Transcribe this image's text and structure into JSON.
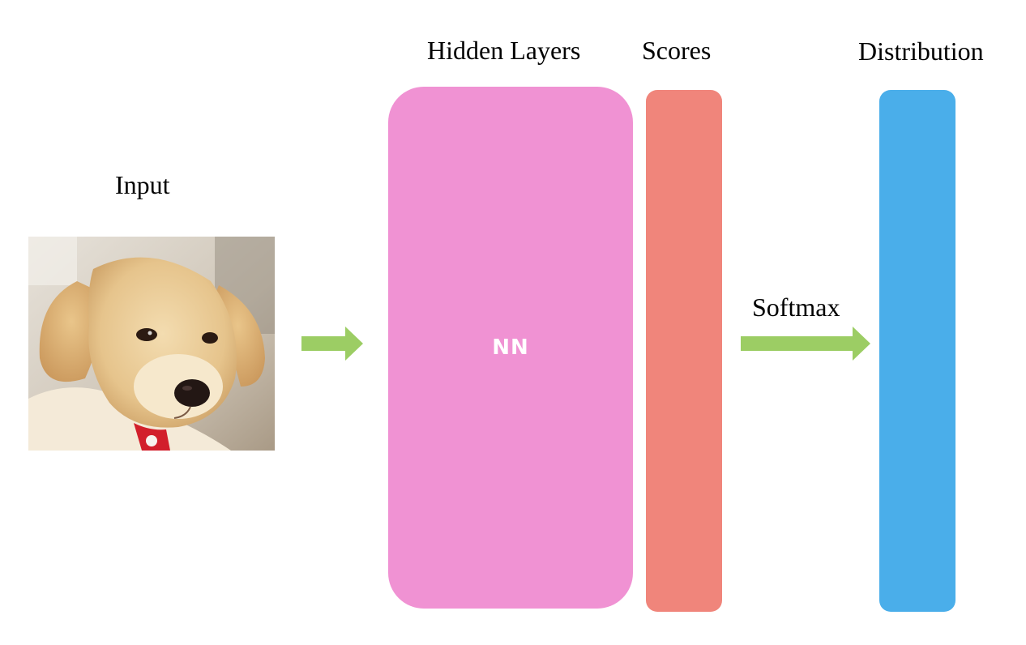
{
  "labels": {
    "input": "Input",
    "hidden_layers": "Hidden Layers",
    "scores": "Scores",
    "distribution": "Distribution",
    "softmax": "Softmax"
  },
  "nn_block": {
    "text": "NN"
  },
  "colors": {
    "nn_block": "#f092d3",
    "scores_block": "#f0857b",
    "distribution_block": "#4aaeea",
    "arrow": "#9ccd64"
  },
  "icons": {
    "input_image": "puppy-photo",
    "arrows": "right-arrow"
  }
}
